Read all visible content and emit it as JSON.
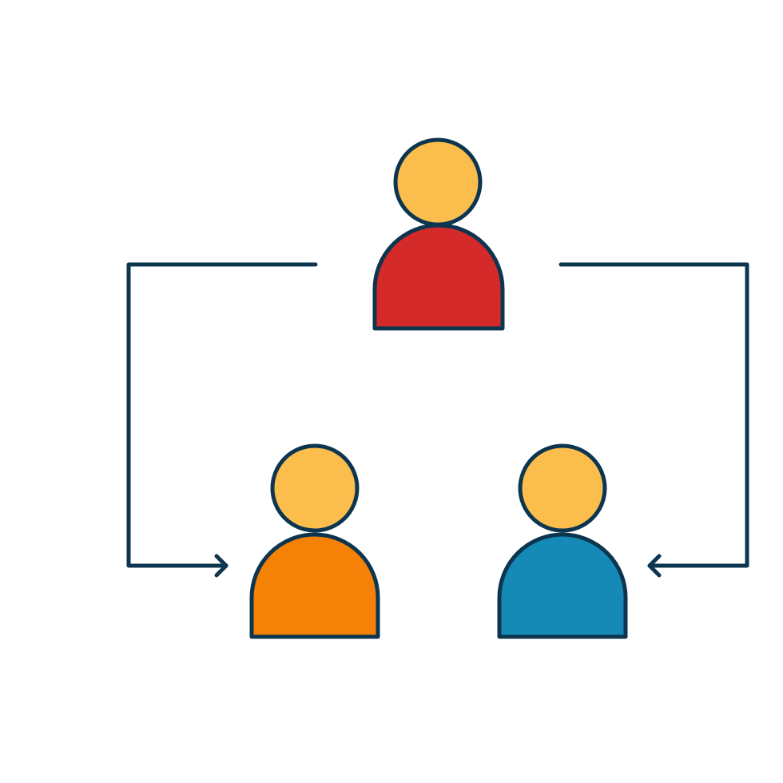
{
  "diagram": {
    "background": "#ffffff",
    "stroke_color": "#0d3550",
    "head_color": "#fbbe4d",
    "people": [
      {
        "id": "top-person",
        "role": "source",
        "body_color": "#d42a2a",
        "icon": "person-icon"
      },
      {
        "id": "bottom-left-person",
        "role": "target",
        "body_color": "#f58107",
        "icon": "person-icon"
      },
      {
        "id": "bottom-right-person",
        "role": "target",
        "body_color": "#158ab6",
        "icon": "person-icon"
      }
    ],
    "connectors": [
      {
        "from": "top-person",
        "to": "bottom-left-person",
        "arrowhead": "arrow-right-icon"
      },
      {
        "from": "top-person",
        "to": "bottom-right-person",
        "arrowhead": "arrow-left-icon"
      }
    ]
  }
}
